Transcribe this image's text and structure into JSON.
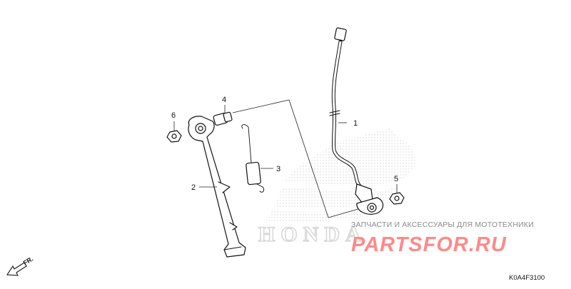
{
  "diagram": {
    "callouts": [
      {
        "id": "1",
        "label": "1"
      },
      {
        "id": "2",
        "label": "2"
      },
      {
        "id": "3",
        "label": "3"
      },
      {
        "id": "4",
        "label": "4"
      },
      {
        "id": "5",
        "label": "5"
      },
      {
        "id": "6",
        "label": "6"
      }
    ],
    "direction_label": "FR.",
    "diagram_code": "K0A4F3100"
  },
  "watermark": {
    "subtitle": "ЗАПЧАСТИ И АКСЕССУАРЫ ДЛЯ МОТОТЕХНИКИ",
    "site": "PARTSFOR.RU",
    "brand_text": "HONDA",
    "site_color": "#ff8a8a",
    "subtitle_color": "#8a8a8a"
  }
}
